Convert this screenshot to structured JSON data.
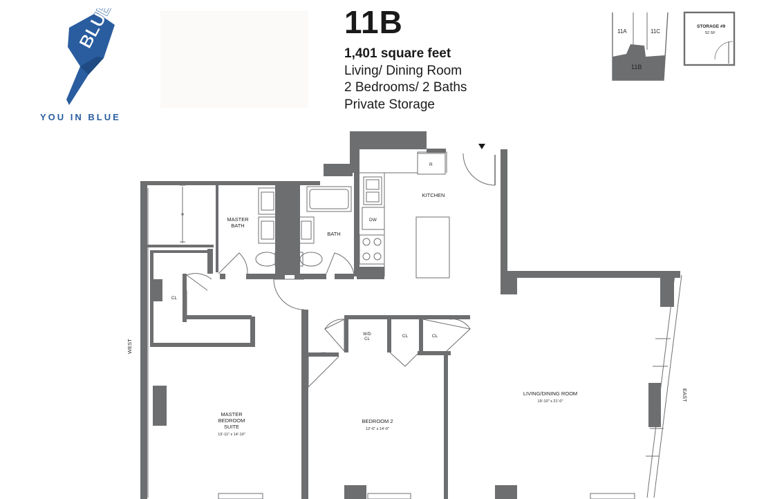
{
  "logo": {
    "mark_text": "BLUE",
    "caption": "YOU IN BLUE",
    "color": "#2a5d9f"
  },
  "unit": {
    "name": "11B",
    "square_feet": "1,401 square feet",
    "features": [
      "Living/ Dining Room",
      "2 Bedrooms/ 2 Baths",
      "Private Storage"
    ]
  },
  "keyplan": {
    "units": [
      "11A",
      "11C",
      "11B"
    ],
    "highlight_color": "#6d6e70"
  },
  "storage": {
    "title": "STORAGE #9",
    "size": "52 SF"
  },
  "floorplan": {
    "wall_color": "#6d6e70",
    "compass": {
      "west": "WEST",
      "east": "EAST"
    },
    "rooms": {
      "kitchen": "KITCHEN",
      "master_bath_line1": "MASTER",
      "master_bath_line2": "BATH",
      "bath": "BATH",
      "closet": "CL",
      "wd_closet_line1": "W/D",
      "wd_closet_line2": "CL",
      "closet_2": "CL",
      "closet_3": "CL",
      "master_bedroom_line1": "MASTER",
      "master_bedroom_line2": "BEDROOM",
      "master_bedroom_line3": "SUITE",
      "master_bedroom_dims": "13'-11\" x 14'-10\"",
      "bedroom2": "BEDROOM 2",
      "bedroom2_dims": "12'-6\" x 14'-0\"",
      "living": "LIVING/DINING ROOM",
      "living_dims": "19'-10\" x 21'-0\""
    },
    "appliances": {
      "refrigerator": "R",
      "dishwasher": "DW"
    }
  }
}
